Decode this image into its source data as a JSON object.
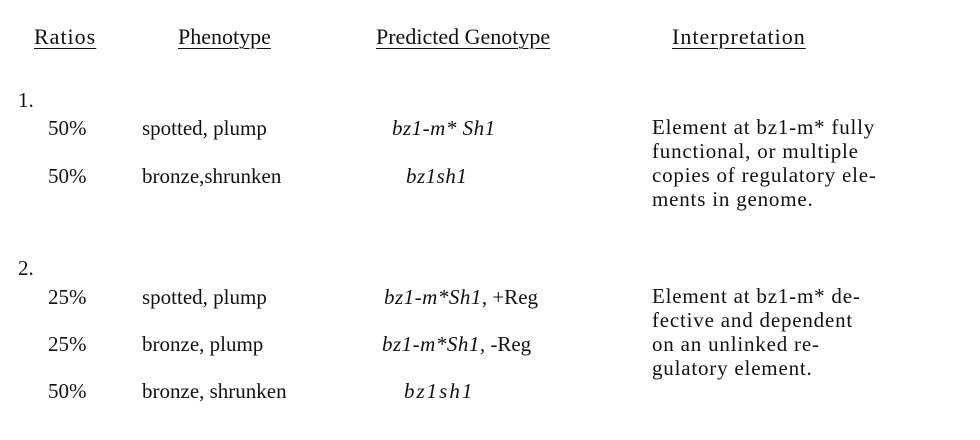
{
  "headers": {
    "ratios": "Ratios",
    "phenotype": "Phenotype",
    "predicted_genotype": "Predicted Genotype",
    "interpretation": "Interpretation"
  },
  "sections": [
    {
      "number": "1.",
      "rows": [
        {
          "ratio": "50%",
          "phenotype": "spotted, plump",
          "genotype": "bz1-m* Sh1",
          "reg": ""
        },
        {
          "ratio": "50%",
          "phenotype": "bronze,shrunken",
          "genotype": "bz1sh1",
          "reg": ""
        }
      ],
      "interpretation": [
        "Element at bz1-m* fully",
        "functional, or multiple",
        "copies of regulatory ele-",
        "ments in genome."
      ]
    },
    {
      "number": "2.",
      "rows": [
        {
          "ratio": "25%",
          "phenotype": "spotted, plump",
          "genotype": "bz1-m*Sh1",
          "reg": ", +Reg"
        },
        {
          "ratio": "25%",
          "phenotype": "bronze, plump",
          "genotype": "bz1-m*Sh1",
          "reg": ", -Reg"
        },
        {
          "ratio": "50%",
          "phenotype": "bronze, shrunken",
          "genotype": "bz1sh1",
          "reg": ""
        }
      ],
      "interpretation": [
        "Element at bz1-m* de-",
        "fective and dependent",
        "on an unlinked re-",
        "gulatory element."
      ]
    }
  ]
}
